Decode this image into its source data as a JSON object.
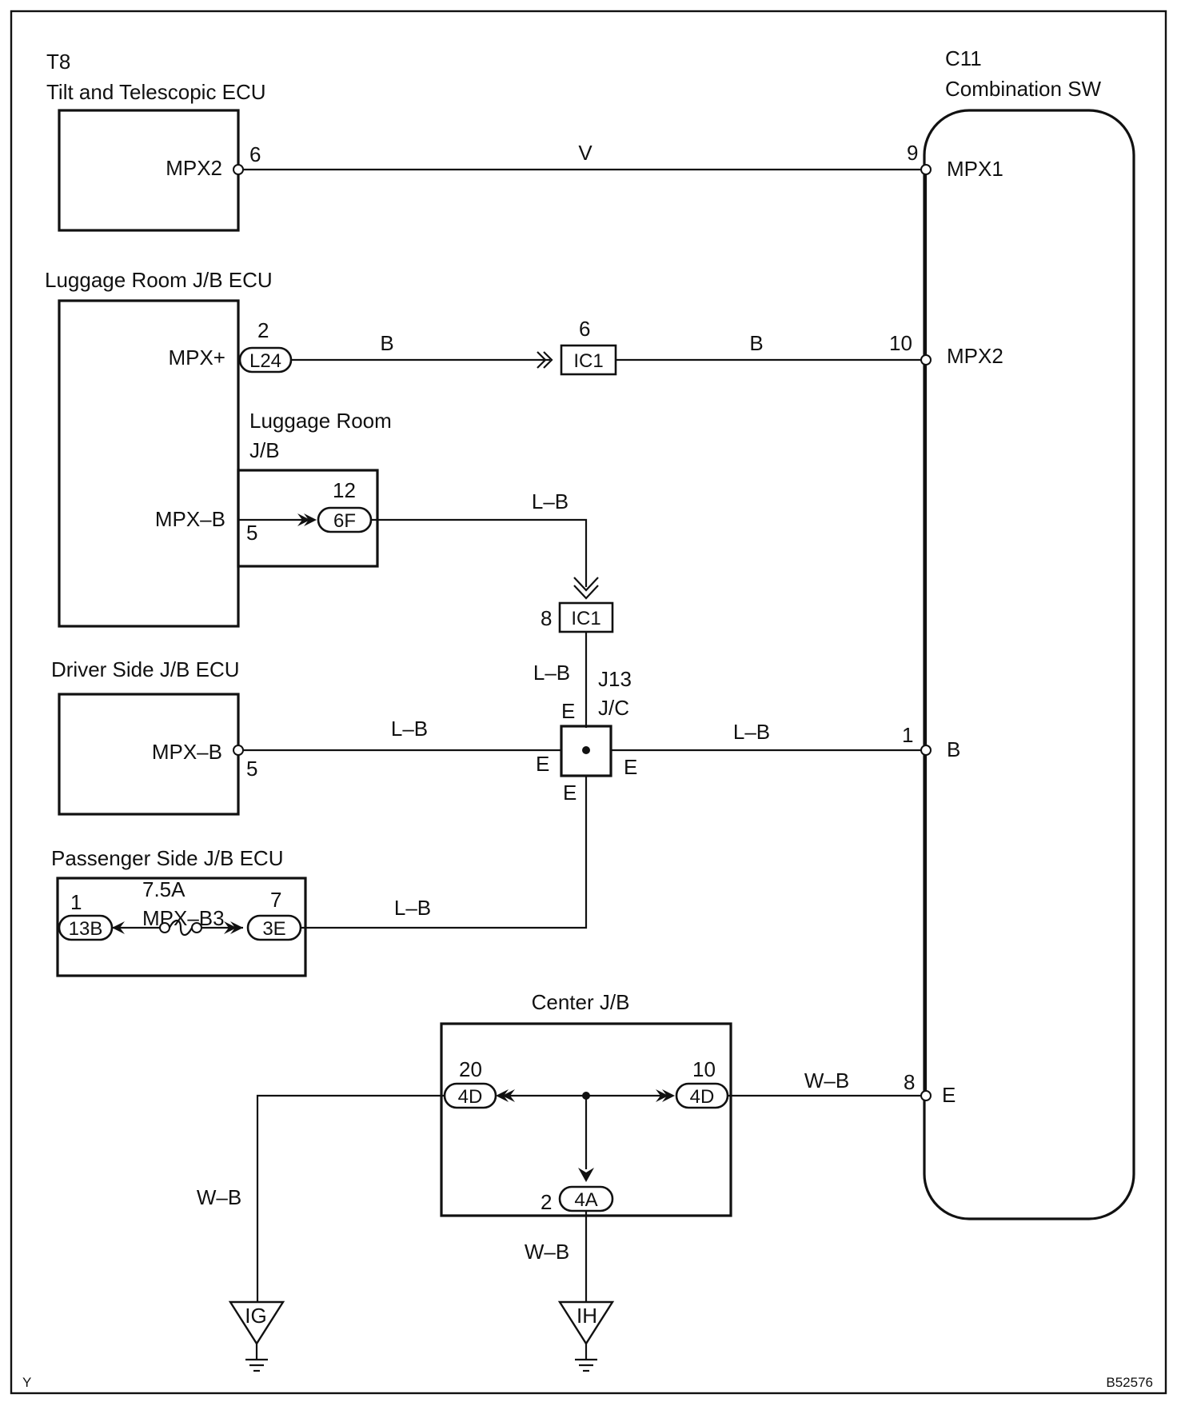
{
  "components": {
    "t8_code": "T8",
    "t8_name": "Tilt and Telescopic ECU",
    "t8_pin_name": "MPX2",
    "c11_code": "C11",
    "c11_name": "Combination SW",
    "c11_pin1": "MPX1",
    "c11_pin2": "MPX2",
    "c11_pin3": "B",
    "c11_pin4": "E",
    "luggage_ecu_name": "Luggage Room J/B ECU",
    "luggage_ecu_pin_a": "MPX+",
    "luggage_ecu_pin_b": "MPX–B",
    "luggage_jb_name_line1": "Luggage Room",
    "luggage_jb_name_line2": "J/B",
    "driver_ecu_name": "Driver Side J/B ECU",
    "driver_ecu_pin": "MPX–B",
    "passenger_ecu_name": "Passenger Side J/B ECU",
    "fuse_rating": "7.5A",
    "fuse_name": "MPX–B3",
    "center_jb_name": "Center J/B",
    "junction_code": "J13",
    "junction_type": "J/C",
    "junction_pin": "E"
  },
  "pins": {
    "t8_mpx2": "6",
    "c11_mpx1": "9",
    "c11_mpx2": "10",
    "c11_b": "1",
    "c11_e": "8",
    "l24": "2",
    "ic1_top": "6",
    "luggage_mpxb": "5",
    "f6_pin": "12",
    "ic1_mid": "8",
    "driver_mpxb": "5",
    "b13_pin": "1",
    "e3_pin": "7",
    "d4_left": "20",
    "d4_right": "10",
    "a4_pin": "2"
  },
  "connectors": {
    "l24": "L24",
    "ic1": "IC1",
    "f6": "6F",
    "b13": "13B",
    "e3": "3E",
    "d4": "4D",
    "a4": "4A"
  },
  "wires": {
    "v": "V",
    "b": "B",
    "lb": "L–B",
    "wb": "W–B"
  },
  "grounds": {
    "ig": "IG",
    "ih": "IH"
  },
  "corner": {
    "left": "Y",
    "right": "B52576"
  }
}
